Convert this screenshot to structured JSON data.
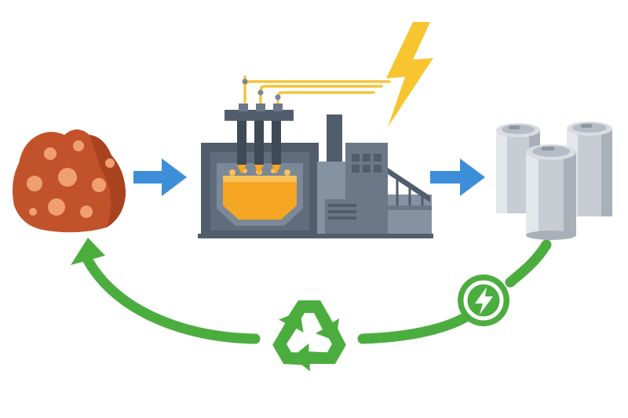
{
  "diagram": {
    "nodes": [
      {
        "id": "ore",
        "icon": "bauxite-ore-icon"
      },
      {
        "id": "smelter",
        "icon": "smelting-factory-icon"
      },
      {
        "id": "cans",
        "icon": "aluminum-cans-icon"
      }
    ],
    "flows": [
      {
        "from": "ore",
        "to": "smelter",
        "icon": "blue-arrow-icon"
      },
      {
        "from": "smelter",
        "to": "cans",
        "icon": "blue-arrow-icon"
      },
      {
        "from": "cans",
        "to": "ore",
        "icon": "green-return-arrow-icon",
        "via": [
          "energy-badge-icon",
          "recycle-icon"
        ]
      }
    ],
    "power": {
      "icon": "lightning-bolt-icon"
    }
  },
  "colors": {
    "ore_base": "#c2522a",
    "ore_spots": "#f0a070",
    "arrow_blue": "#3d8ed8",
    "cycle_green": "#4cad3f",
    "factory_dark": "#505d6c",
    "factory_mid": "#6b7888",
    "factory_light": "#8592a2",
    "molten": "#f5a623",
    "cable_yellow": "#f4c43a",
    "bolt_yellow": "#f7c530",
    "can_light": "#d4d8de",
    "can_shade": "#a9b0ba"
  }
}
